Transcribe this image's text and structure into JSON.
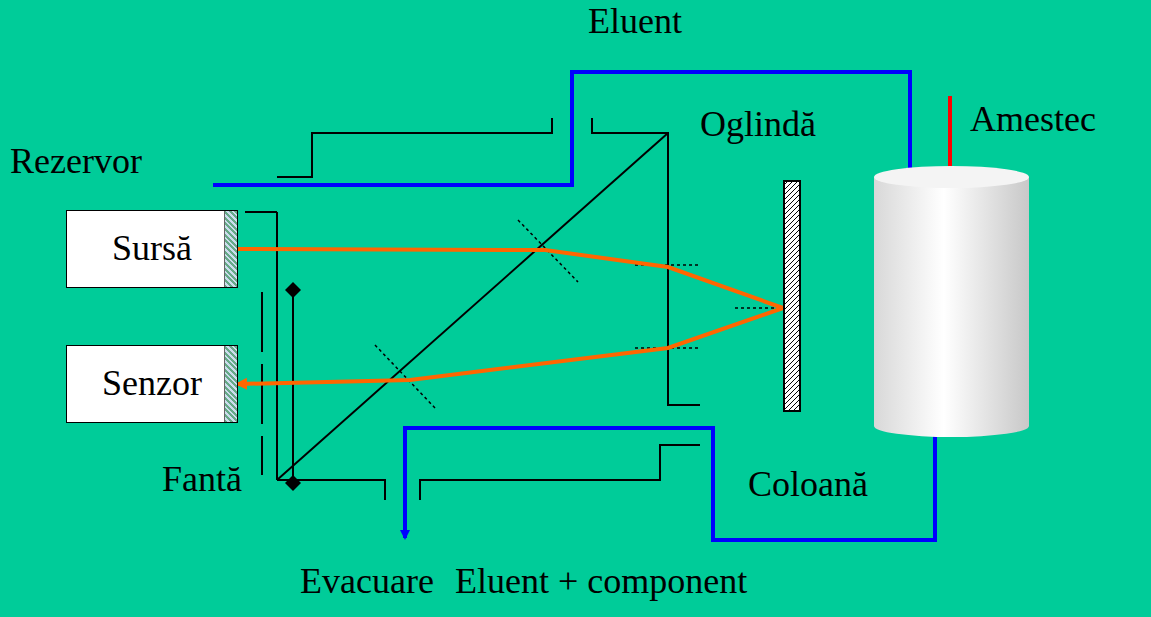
{
  "diagram": {
    "nodes": [
      {
        "text": [
          "Sursă"
        ]
      },
      {
        "text": [
          "Senzor"
        ]
      },
      {
        "text": [
          "Oglindă"
        ]
      },
      {
        "text": [
          "Coloană"
        ]
      }
    ],
    "edges": [
      {
        "from": 0,
        "to": 2,
        "arrow": "none"
      },
      {
        "from": 2,
        "to": 1,
        "arrow": "to"
      }
    ],
    "labels": [
      "Eluent",
      "Rezervor",
      "Fantă",
      "Amestec",
      "Evacuare",
      "Eluent + component"
    ]
  }
}
